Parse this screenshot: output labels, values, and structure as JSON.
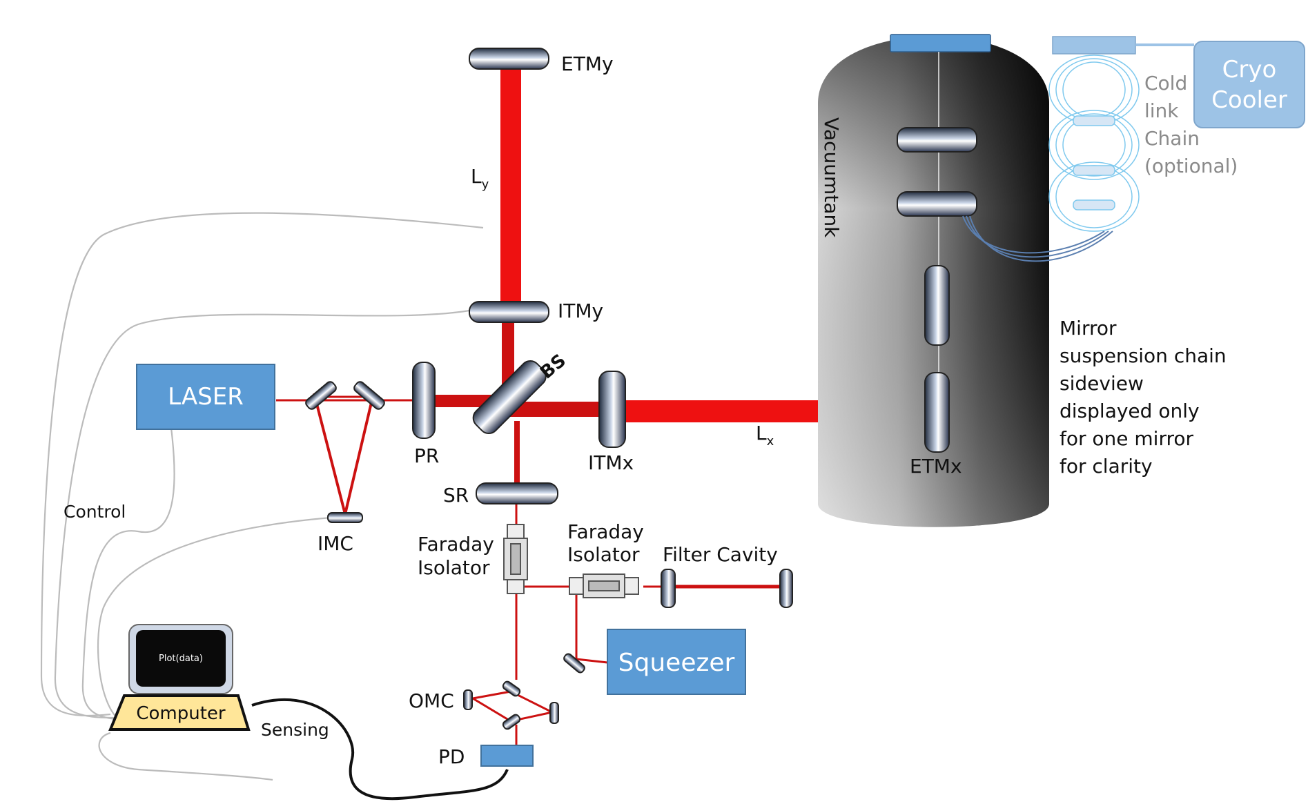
{
  "labels": {
    "etmy": "ETMy",
    "ly_main": "L",
    "ly_sub": "y",
    "itmy": "ITMy",
    "laser": "LASER",
    "bs": "BS",
    "pr": "PR",
    "itmx": "ITMx",
    "lx_main": "L",
    "lx_sub": "x",
    "etmx": "ETMx",
    "sr": "SR",
    "imc": "IMC",
    "control": "Control",
    "faraday1_line1": "Faraday",
    "faraday1_line2": "Isolator",
    "faraday2_line1": "Faraday",
    "faraday2_line2": "Isolator",
    "filter_cavity": "Filter Cavity",
    "squeezer": "Squeezer",
    "omc": "OMC",
    "pd": "PD",
    "computer": "Computer",
    "screen_text": "Plot(data)",
    "sensing": "Sensing",
    "vacuumtank": "Vacuumtank",
    "cold_link_1": "Cold",
    "cold_link_2": "link",
    "cold_link_3": "Chain",
    "cold_link_4": "(optional)",
    "cryo_1": "Cryo",
    "cryo_2": "Cooler",
    "mirror_note": [
      "Mirror",
      "suspension chain",
      "sideview",
      "displayed only",
      "for one mirror",
      "for clarity"
    ]
  },
  "colors": {
    "beam_main": "#ee1111",
    "beam_dark": "#cc1111",
    "box_blue": "#5b9bd5",
    "box_light_blue": "#9dc3e6",
    "computer_yellow": "#ffe699",
    "grey_cable": "#bbbbbb"
  }
}
